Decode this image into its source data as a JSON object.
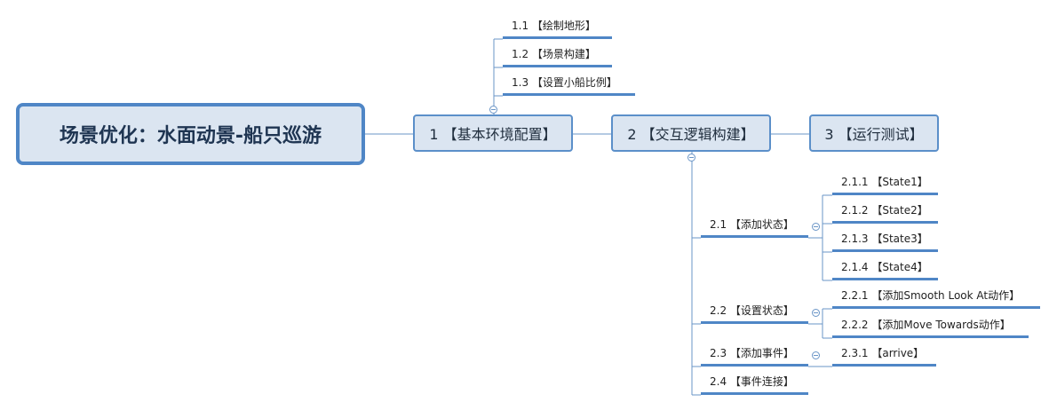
{
  "root": {
    "title": "场景优化：水面动景-船只巡游"
  },
  "topics": [
    {
      "label": "1 【基本环境配置】",
      "children": [
        {
          "label": "1.1 【绘制地形】"
        },
        {
          "label": "1.2 【场景构建】"
        },
        {
          "label": "1.3 【设置小船比例】"
        }
      ]
    },
    {
      "label": "2 【交互逻辑构建】",
      "children": [
        {
          "label": "2.1 【添加状态】",
          "children": [
            {
              "label": "2.1.1 【State1】"
            },
            {
              "label": "2.1.2 【State2】"
            },
            {
              "label": "2.1.3 【State3】"
            },
            {
              "label": "2.1.4 【State4】"
            }
          ]
        },
        {
          "label": "2.2 【设置状态】",
          "children": [
            {
              "label": "2.2.1 【添加Smooth Look At动作】"
            },
            {
              "label": "2.2.2 【添加Move Towards动作】"
            }
          ]
        },
        {
          "label": "2.3 【添加事件】",
          "children": [
            {
              "label": "2.3.1 【arrive】"
            }
          ]
        },
        {
          "label": "2.4 【事件连接】"
        }
      ]
    },
    {
      "label": "3 【运行测试】"
    }
  ]
}
